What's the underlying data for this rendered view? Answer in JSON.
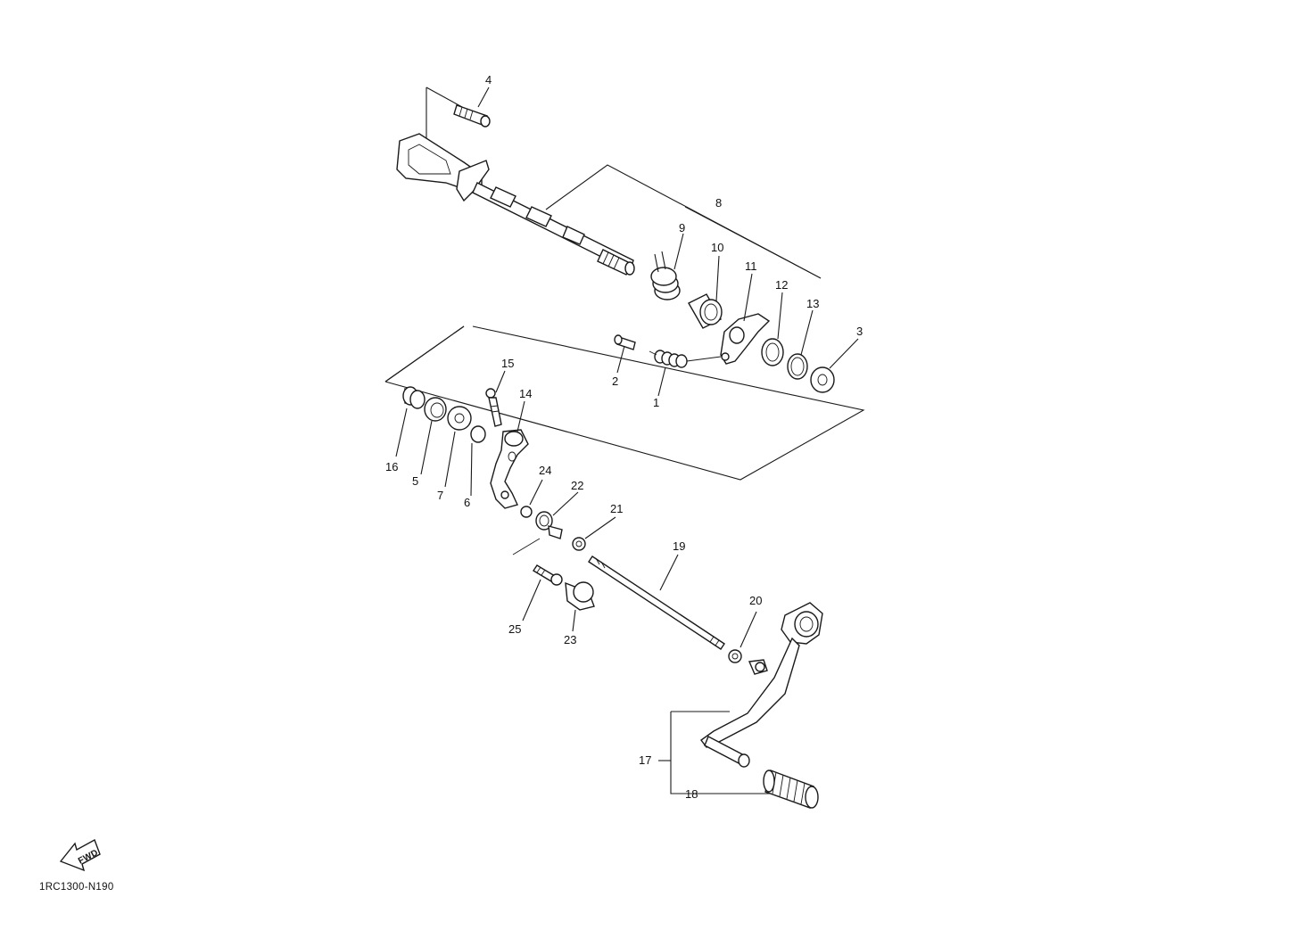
{
  "diagram_code": "1RC1300-N190",
  "fwd_label": "FWD",
  "callouts": {
    "p1": "1",
    "p2": "2",
    "p3": "3",
    "p4": "4",
    "p5": "5",
    "p6": "6",
    "p7": "7",
    "p8": "8",
    "p9": "9",
    "p10": "10",
    "p11": "11",
    "p12": "12",
    "p13": "13",
    "p14": "14",
    "p15": "15",
    "p16": "16",
    "p17": "17",
    "p18": "18",
    "p19": "19",
    "p20": "20",
    "p21": "21",
    "p22": "22",
    "p23": "23",
    "p24": "24",
    "p25": "25"
  }
}
